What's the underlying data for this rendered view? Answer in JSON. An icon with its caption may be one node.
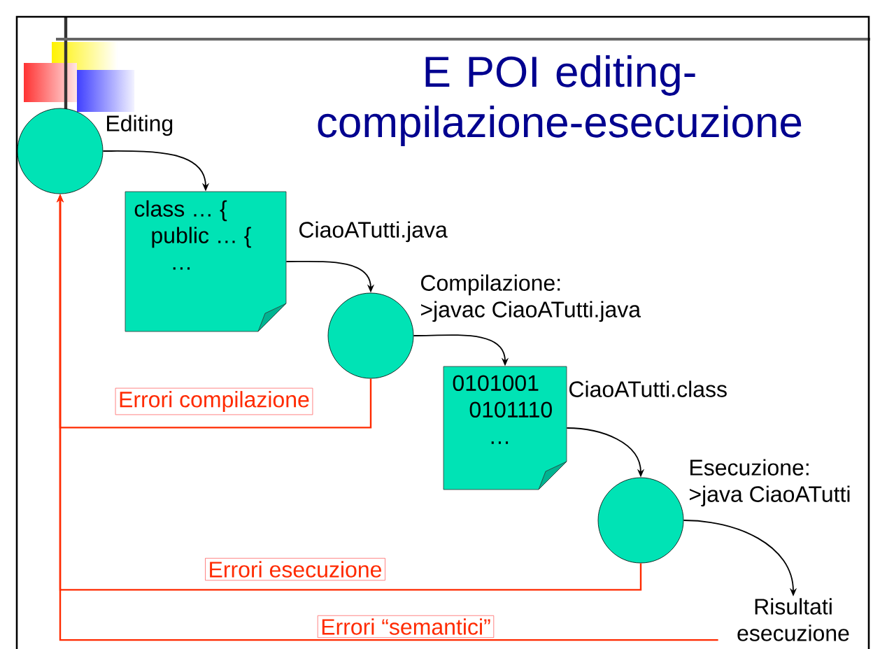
{
  "diagram": {
    "title": "E POI editing-compilazione-esecuzione",
    "nodes": [
      {
        "text": [],
        "shape": "circle",
        "beside": [
          "Editing"
        ]
      },
      {
        "text": [
          "class … {",
          "public … {",
          "…"
        ],
        "beside": [
          "CiaoATutti.java"
        ]
      },
      {
        "text": [],
        "shape": "circle",
        "beside": [
          "Compilazione:",
          ">javac CiaoATutti.java"
        ]
      },
      {
        "text": [
          "0101001",
          "0101110",
          "…"
        ],
        "beside": [
          "CiaoATutti.class"
        ]
      },
      {
        "text": [],
        "shape": "circle",
        "beside": [
          "Esecuzione:",
          ">java CiaoATutti"
        ]
      },
      {
        "text": [
          "Risultati esecuzione"
        ]
      }
    ],
    "edges": [
      {
        "from": 0,
        "to": 1,
        "arrow": "to"
      },
      {
        "from": 1,
        "to": 2,
        "arrow": "to"
      },
      {
        "from": 2,
        "to": 3,
        "arrow": "to"
      },
      {
        "from": 3,
        "to": 4,
        "arrow": "to"
      },
      {
        "from": 4,
        "to": 5,
        "arrow": "to"
      },
      {
        "from": 2,
        "to": 0,
        "arrow": "to",
        "label": "Errori compilazione",
        "color": "#ff2a00"
      },
      {
        "from": 4,
        "to": 0,
        "arrow": "to",
        "label": "Errori esecuzione",
        "color": "#ff2a00"
      },
      {
        "from": 5,
        "to": 0,
        "arrow": "to",
        "label": "Errori “semantici”",
        "color": "#ff2a00"
      }
    ]
  }
}
